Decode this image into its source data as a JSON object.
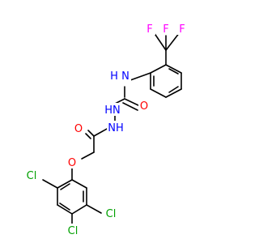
{
  "colors": {
    "background": "#ffffff",
    "bond": "#000000",
    "N": "#0000ff",
    "O": "#ff0000",
    "F": "#ff00ff",
    "Cl": "#00a000",
    "C": "#000000"
  },
  "atoms": [
    {
      "id": "CF3_C",
      "element": "C",
      "label": ""
    },
    {
      "id": "F1",
      "element": "F",
      "label": "F"
    },
    {
      "id": "F2",
      "element": "F",
      "label": "F"
    },
    {
      "id": "F3",
      "element": "F",
      "label": "F"
    },
    {
      "id": "NH_top",
      "element": "N",
      "label": "N"
    },
    {
      "id": "H_top",
      "element": "N",
      "label": "H"
    },
    {
      "id": "O_urea",
      "element": "O",
      "label": "O"
    },
    {
      "id": "NH_mid",
      "element": "N",
      "label": "HN"
    },
    {
      "id": "NH_low",
      "element": "N",
      "label": "NH"
    },
    {
      "id": "O_amide",
      "element": "O",
      "label": "O"
    },
    {
      "id": "O_ether",
      "element": "O",
      "label": "O"
    },
    {
      "id": "Cl1",
      "element": "Cl",
      "label": "Cl"
    },
    {
      "id": "Cl2",
      "element": "Cl",
      "label": "Cl"
    },
    {
      "id": "Cl3",
      "element": "Cl",
      "label": "Cl"
    }
  ]
}
